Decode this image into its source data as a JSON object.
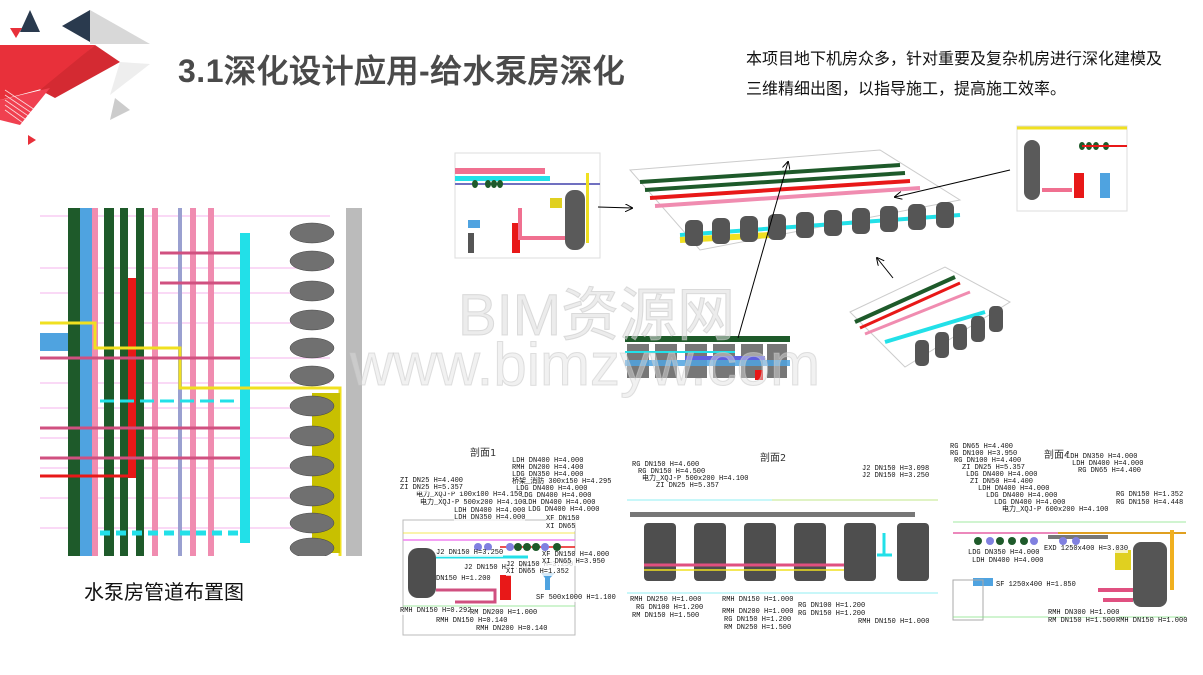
{
  "slide": {
    "title": "3.1深化设计应用-给水泵房深化",
    "description": "本项目地下机房众多，针对重要及复杂机房进行深化建模及三维精细出图，以指导施工，提高施工效率。",
    "plan_caption": "水泵房管道布置图",
    "watermark_line1": "BIM资源网",
    "watermark_line2": "www.bimzyw.com",
    "colors": {
      "accent_red": "#e8303a",
      "accent_navy": "#2a3a4e",
      "title_gray": "#4a4a4a",
      "pipe_pink": "#f08cb0",
      "pipe_green": "#1e5a2a",
      "pipe_cyan": "#22e0e8",
      "pipe_yellow": "#f0e020",
      "pipe_red": "#e81818",
      "pipe_blue": "#4fa3e0"
    }
  },
  "sections": [
    {
      "title": "剖面1",
      "labels": [
        "LDH DN400 H=4.000",
        "RMH DN200 H=4.400",
        "LDG DN350 H=4.000",
        "桥架_消防 300x150 H=4.295",
        "LDG DN400 H=4.000",
        "LDG DN400 H=4.000",
        "LDH DN400 H=4.000",
        "LDG DN400 H=4.000",
        "电力_XQJ-P 100x100 H=4.150",
        "电力_XQJ-P 500x200 H=4.100",
        "LDH DN400 H=4.000",
        "LDH DN350 H=4.000",
        "ZI DN25 H=4.400",
        "ZI DN25 H=5.357",
        "XF DN150",
        "XI DN65",
        "J2 DN150 H=3.250",
        "J2 DN150 H=1.352",
        "DN150 H=1.200",
        "J2 DN150 H=3.250",
        "XI DN65 H=1.352",
        "XF DN150 H=4.000",
        "XI DN65 H=3.950",
        "SF 500x1000 H=1.100",
        "RMH DN150 H=0.292",
        "RM DN200 H=1.000",
        "RMH DN150 H=0.140",
        "RMH DN200 H=0.140"
      ]
    },
    {
      "title": "剖面2",
      "labels": [
        "RG DN150 H=4.600",
        "RG DN150 H=4.500",
        "电力_XQJ-P 500x200 H=4.100",
        "ZI DN25 H=5.357",
        "J2 DN150 H=3.098",
        "J2 DN150 H=3.250",
        "RMH DN250 H=1.000",
        "RG DN100 H=1.200",
        "RM DN150 H=1.500",
        "RMH DN150 H=1.000",
        "RMH DN200 H=1.000",
        "RG DN150 H=1.200",
        "RM DN250 H=1.500",
        "RG DN100 H=1.200",
        "RG DN150 H=1.200",
        "RMH DN150 H=1.000"
      ]
    },
    {
      "title": "剖面4",
      "labels": [
        "RG DN65 H=4.400",
        "RG DN100 H=3.950",
        "RG DN100 H=4.400",
        "ZI DN25 H=5.357",
        "LDG DN400 H=4.000",
        "ZI DN50 H=4.400",
        "LDH DN400 H=4.000",
        "LDG DN400 H=4.000",
        "LDG DN400 H=4.000",
        "电力_XQJ-P 600x200 H=4.100",
        "LDH DN350 H=4.000",
        "LDH DN400 H=4.000",
        "RG DN65 H=4.400",
        "RG DN150 H=1.352",
        "RG DN150 H=4.448",
        "LDG DN350 H=4.000",
        "LDH DN400 H=4.000",
        "EXD 1250x400 H=3.030",
        "SF 1250x400 H=1.850",
        "RMH DN300 H=1.000",
        "RM DN150 H=1.500",
        "RMH DN150 H=1.000"
      ]
    }
  ]
}
